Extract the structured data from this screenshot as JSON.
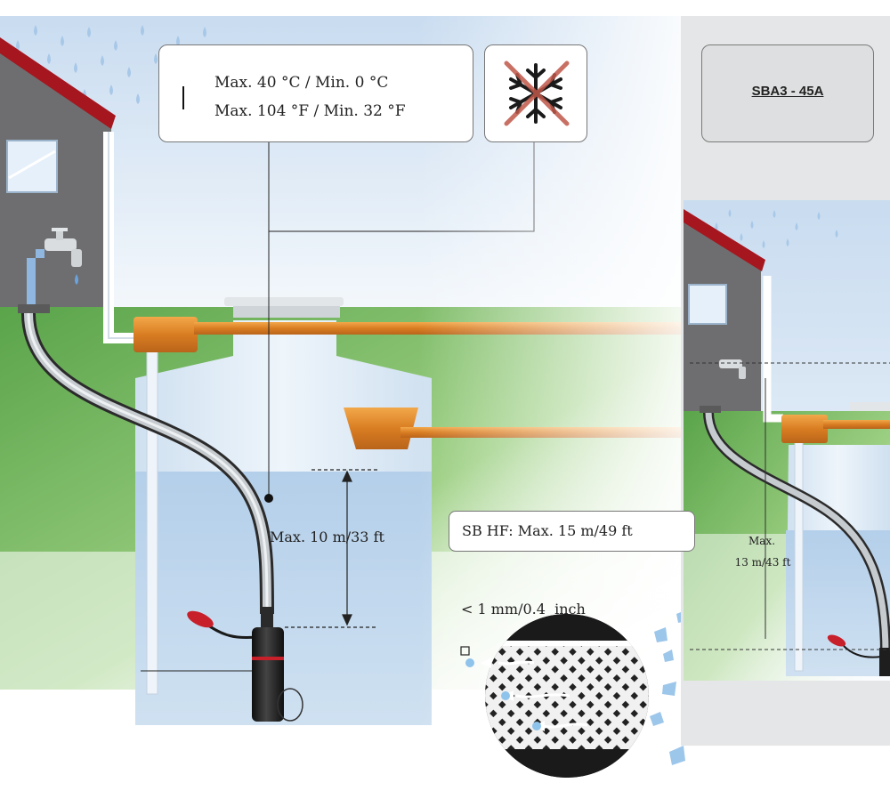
{
  "temperature": {
    "line1": "Max. 40 °C / Min. 0 °C",
    "line2": "Max. 104 °F / Min. 32 °F"
  },
  "icons": {
    "thermometer": "thermometer-icon",
    "no_frost": "no-frost-icon"
  },
  "model": {
    "name": "SBA3 - 45A"
  },
  "depth": {
    "main": "Max. 10 m/33 ft",
    "hf": "SB HF: Max. 15 m/49 ft",
    "side_line1": "Max.",
    "side_line2": "13 m/43 ft"
  },
  "filter": {
    "particle_size": "< 1 mm/0.4  inch"
  },
  "colors": {
    "sky": "#dce9f7",
    "grass": "#6db25a",
    "pipe_orange": "#e08a2c",
    "tank": "#d7e6f3",
    "water": "#b7d2ec",
    "roof": "#a5161f",
    "pump": "#1e1e1e",
    "float_red": "#c8202a"
  }
}
